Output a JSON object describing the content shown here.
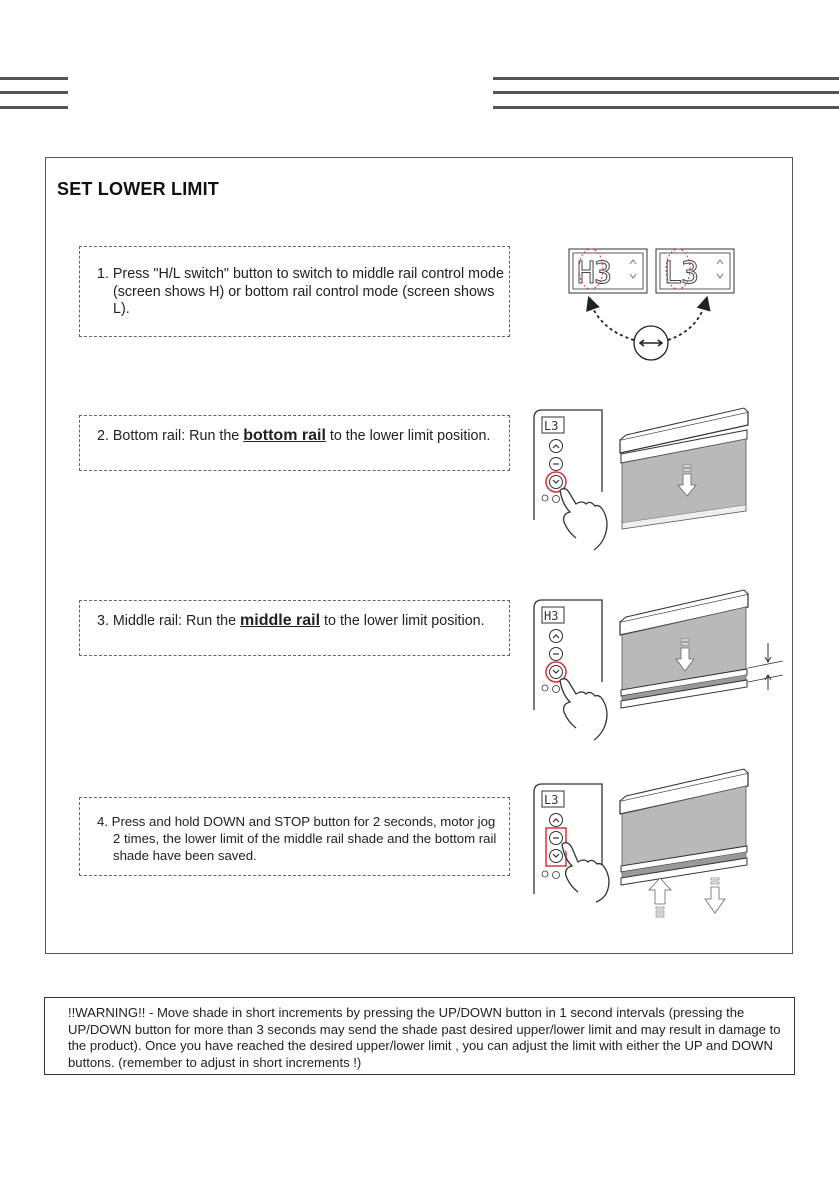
{
  "section": {
    "title": "SET LOWER LIMIT"
  },
  "steps": [
    {
      "lead": "1. Press \"H/L switch\" button to switch to middle rail control mode (screen shows H) or bottom rail control mode (screen shows L)."
    },
    {
      "lead": "2. Bottom rail: Run the ",
      "emphasis": "bottom rail",
      "tail": " to the lower limit position."
    },
    {
      "lead": "3. Middle rail: Run the ",
      "emphasis": "middle rail",
      "tail": " to the lower limit position."
    },
    {
      "lead": "4. Press and hold DOWN and STOP button for 2 seconds, motor jog 2 times, the lower limit of the middle rail shade and the bottom rail shade have been saved."
    }
  ],
  "displays": {
    "h_mode": "H3",
    "l_mode": "L3"
  },
  "warning": {
    "text": "!!WARNING!! - Move shade in short increments by pressing the UP/DOWN button in 1 second intervals (pressing the UP/DOWN button for more than 3 seconds may send the shade past desired upper/lower limit and may result in damage to the product). Once you have reached the desired upper/lower limit , you can adjust the limit with either the UP and DOWN buttons. (remember to adjust in short increments !)"
  },
  "colors": {
    "highlight": "#e0303a",
    "fabric": "#b9b9b9",
    "line": "#333333"
  },
  "icons": [
    "double-arrow-icon",
    "hand-pointer-icon",
    "arrow-down-icon",
    "arrow-up-icon",
    "remote-control-icon"
  ]
}
